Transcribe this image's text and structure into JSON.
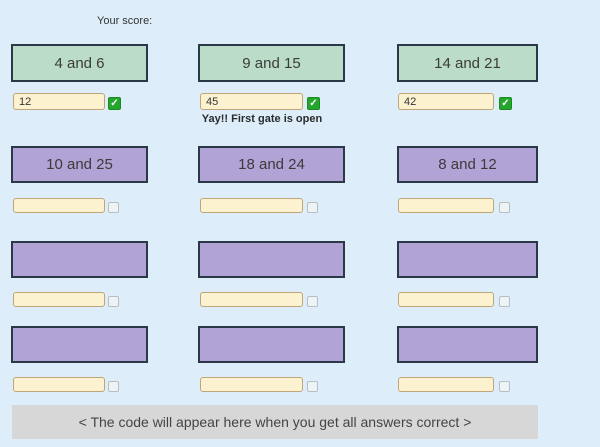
{
  "header": {
    "score_label": "Your score:"
  },
  "icons": {
    "check_glyph": "✓"
  },
  "colors": {
    "background": "#ddeefa",
    "gate_open": "#badcc8",
    "gate_closed": "#b1a3d5",
    "gate_border": "#2b3848",
    "input_bg": "#fdf2d0",
    "input_border": "#bfa577",
    "checkbox_checked": "#24a52c",
    "footer_bg": "#d7d7d7"
  },
  "grid": {
    "rows": [
      {
        "open": true,
        "cells": [
          {
            "gate": "4 and 6",
            "answer": "12",
            "checked": true,
            "message": ""
          },
          {
            "gate": "9 and 15",
            "answer": "45",
            "checked": true,
            "message": "Yay!! First gate is open"
          },
          {
            "gate": "14 and 21",
            "answer": "42",
            "checked": true,
            "message": ""
          }
        ]
      },
      {
        "open": false,
        "cells": [
          {
            "gate": "10 and 25",
            "answer": "",
            "checked": false
          },
          {
            "gate": "18 and 24",
            "answer": "",
            "checked": false
          },
          {
            "gate": "8 and 12",
            "answer": "",
            "checked": false
          }
        ]
      },
      {
        "open": false,
        "cells": [
          {
            "gate": "",
            "answer": "",
            "checked": false
          },
          {
            "gate": "",
            "answer": "",
            "checked": false
          },
          {
            "gate": "",
            "answer": "",
            "checked": false
          }
        ]
      },
      {
        "open": false,
        "cells": [
          {
            "gate": "",
            "answer": "",
            "checked": false
          },
          {
            "gate": "",
            "answer": "",
            "checked": false
          },
          {
            "gate": "",
            "answer": "",
            "checked": false
          }
        ]
      }
    ]
  },
  "footer": {
    "text": "< The code will appear here when you get all answers correct >"
  }
}
